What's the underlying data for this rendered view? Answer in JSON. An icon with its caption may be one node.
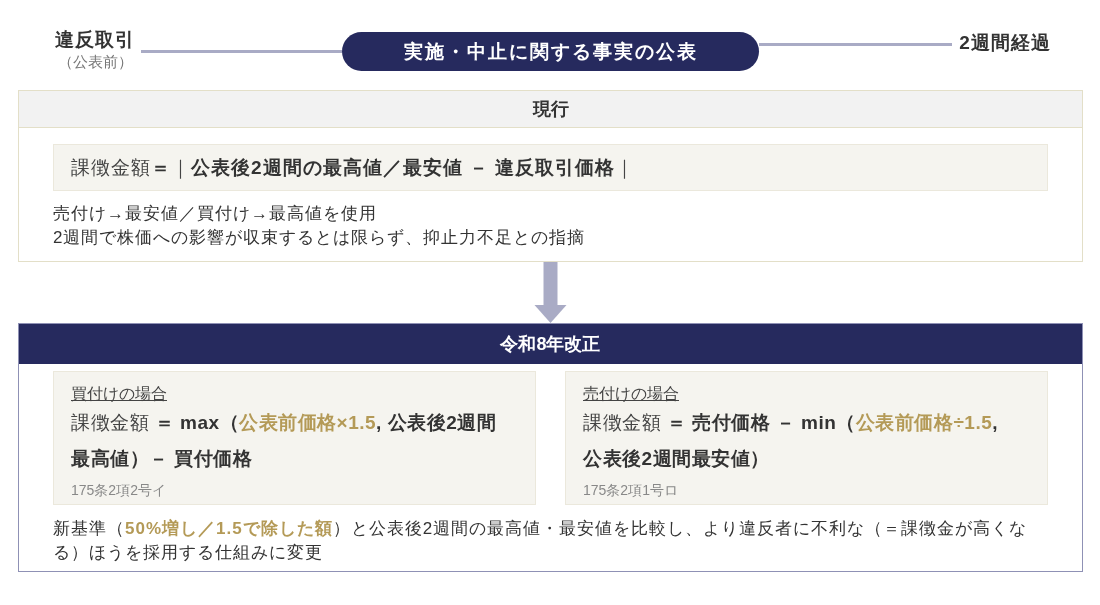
{
  "diagram": {
    "nodes": [
      {
        "text": [
          "違反取引",
          "（公表前）"
        ]
      },
      {
        "text": [
          "実施・中止に関する事実の公表"
        ]
      },
      {
        "text": [
          "2週間経過"
        ]
      },
      {
        "text": [
          "現行",
          "売付け→最安値／買付け→最高値を使用",
          "2週間で株価への影響が収束するとは限らず、抑止力不足との指摘"
        ]
      },
      {
        "text": [
          "課徴金額 **＝**｜**公表後2週間の最高値／最安値 － 違反取引価格**｜"
        ],
        "in": 3
      },
      {
        "text": [
          "令和8年改正",
          "新基準（**50%増し／1.5で除した額**）と公表後2週間の最高値・最安値を比較し、より違反者に不利な（＝課徴金が高くなる）ほうを採用する仕組みに変更"
        ]
      },
      {
        "text": [
          "買付けの場合",
          "課徴金額 **＝ max（*公表前価格×1.5*, 公表後2週間最高値）－ 買付価格**",
          "175条2項2号イ"
        ],
        "in": 5
      },
      {
        "text": [
          "売付けの場合",
          "課徴金額 **＝ 売付価格 － min（*公表前価格÷1.5*, 公表後2週間最安値）**",
          "175条2項1号ロ"
        ],
        "in": 5
      }
    ],
    "edges": [
      {
        "from": 0,
        "to": 1,
        "arrow": "none"
      },
      {
        "from": 1,
        "to": 2,
        "arrow": "none"
      },
      {
        "from": 3,
        "to": 5,
        "arrow": "to",
        "style": "thick"
      }
    ]
  }
}
